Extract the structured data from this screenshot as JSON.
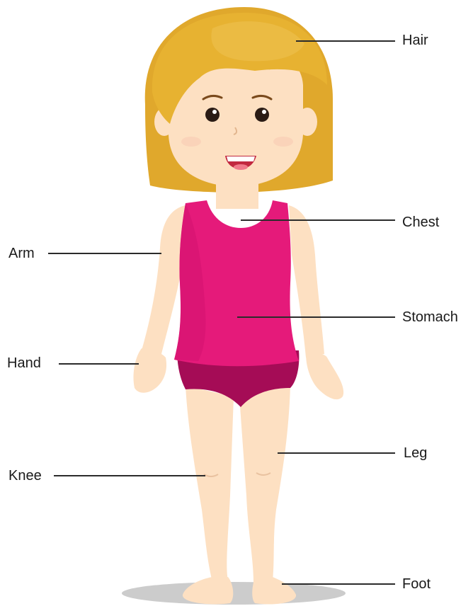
{
  "labels": {
    "hair": "Hair",
    "chest": "Chest",
    "arm": "Arm",
    "stomach": "Stomach",
    "hand": "Hand",
    "leg": "Leg",
    "knee": "Knee",
    "foot": "Foot"
  },
  "colors": {
    "hair": "#e2ab2e",
    "skin": "#fde0c2",
    "shirt": "#e51a7a",
    "shorts": "#a50c56",
    "shadow": "#cccccc",
    "leader_line": "#2b2b2b"
  }
}
